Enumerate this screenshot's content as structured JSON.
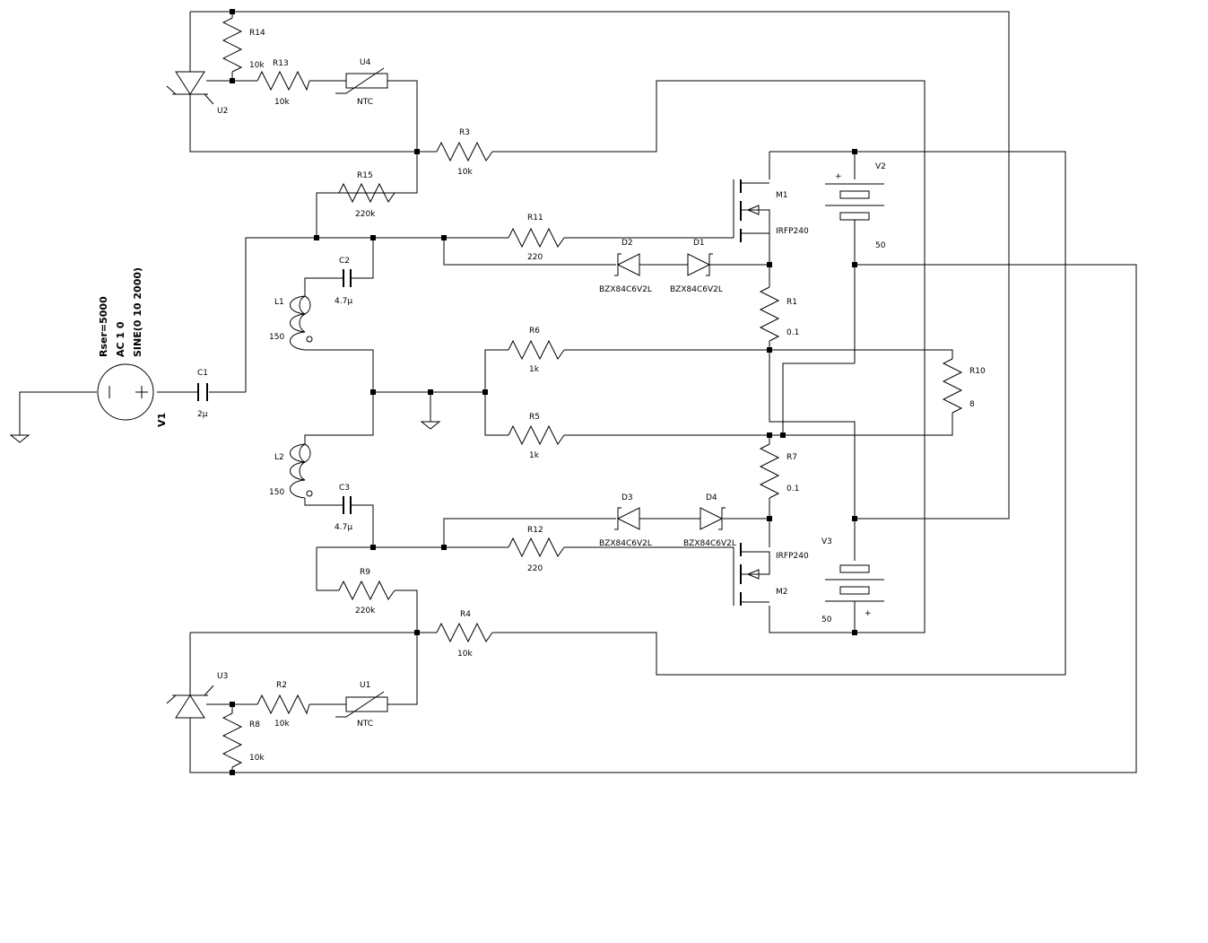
{
  "labels": {
    "R14": "R14",
    "R14_val": "10k",
    "R13": "R13",
    "R13_val": "10k",
    "U4": "U4",
    "U4_val": "NTC",
    "U2": "U2",
    "R3": "R3",
    "R3_val": "10k",
    "R15": "R15",
    "R15_val": "220k",
    "R11": "R11",
    "R11_val": "220",
    "D2": "D2",
    "D2_val": "BZX84C6V2L",
    "D1": "D1",
    "D1_val": "BZX84C6V2L",
    "M1": "M1",
    "M1_val": "IRFP240",
    "V2": "V2",
    "V2_val": "50",
    "C2": "C2",
    "C2_val": "4.7µ",
    "L1": "L1",
    "L1_val": "150",
    "R1": "R1",
    "R1_val": "0.1",
    "R6": "R6",
    "R6_val": "1k",
    "R10": "R10",
    "R10_val": "8",
    "R5": "R5",
    "R5_val": "1k",
    "C1": "C1",
    "C1_val": "2µ",
    "V1": "V1",
    "V1_line1": "Rser=5000",
    "V1_line2": "AC 1 0",
    "V1_line3": "SINE(0 10 2000)",
    "L2": "L2",
    "L2_val": "150",
    "R7": "R7",
    "R7_val": "0.1",
    "C3": "C3",
    "C3_val": "4.7µ",
    "D3": "D3",
    "D3_val": "BZX84C6V2L",
    "D4": "D4",
    "D4_val": "BZX84C6V2L",
    "R12": "R12",
    "R12_val": "220",
    "M2": "M2",
    "M2_val": "IRFP240",
    "V3": "V3",
    "V3_val": "50",
    "R9": "R9",
    "R9_val": "220k",
    "R4": "R4",
    "R4_val": "10k",
    "U3": "U3",
    "R2": "R2",
    "R2_val": "10k",
    "U1": "U1",
    "U1_val": "NTC",
    "R8": "R8",
    "R8_val": "10k",
    "plus": "+"
  }
}
